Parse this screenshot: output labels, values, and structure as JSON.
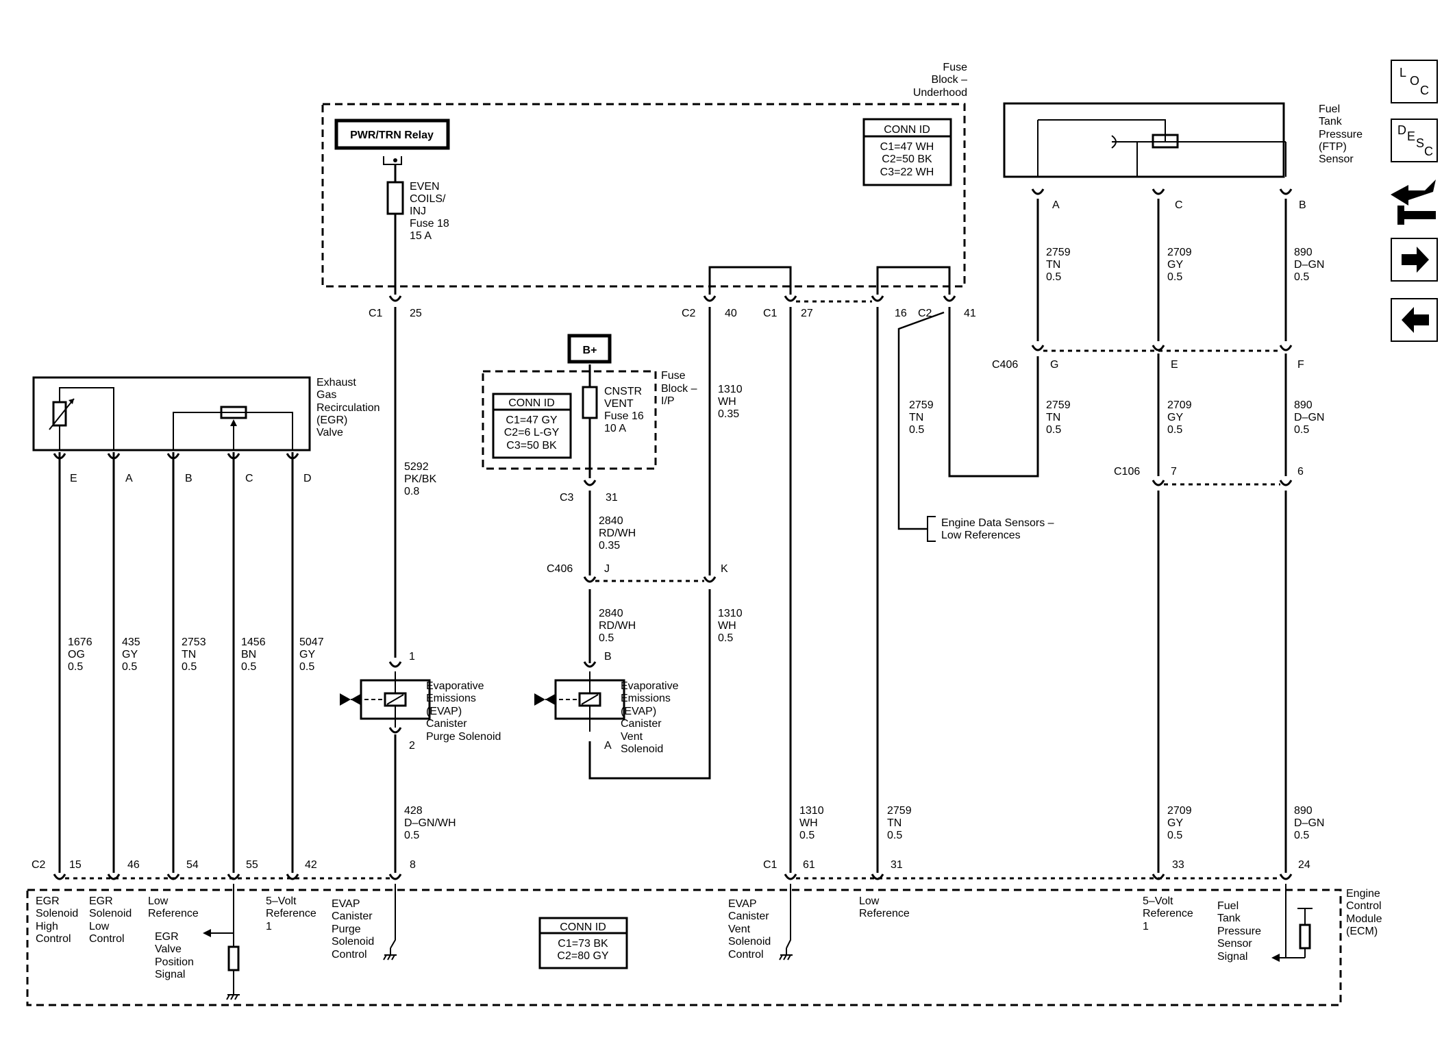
{
  "fuse_block_underhood": {
    "label": [
      "Fuse",
      "Block –",
      "Underhood"
    ],
    "conn_id": {
      "title": "CONN ID",
      "lines": [
        "C1=47 WH",
        "C2=50 BK",
        "C3=22 WH"
      ]
    },
    "relay": "PWR/TRN Relay",
    "fuse18": [
      "EVEN",
      "COILS/",
      "INJ",
      "Fuse 18",
      "15 A"
    ]
  },
  "fuse_block_ip": {
    "label": [
      "Fuse",
      "Block –",
      "I/P"
    ],
    "conn_id": {
      "title": "CONN ID",
      "lines": [
        "C1=47 GY",
        "C2=6 L-GY",
        "C3=50 BK"
      ]
    },
    "fuse16": [
      "CNSTR",
      "VENT",
      "Fuse 16",
      "10 A"
    ],
    "bplus": "B+"
  },
  "ftp_sensor": {
    "label": [
      "Fuel",
      "Tank",
      "Pressure",
      "(FTP)",
      "Sensor"
    ],
    "pins": [
      "A",
      "C",
      "B"
    ]
  },
  "egr_valve": {
    "label": [
      "Exhaust",
      "Gas",
      "Recirculation",
      "(EGR)",
      "Valve"
    ],
    "pins": [
      "E",
      "A",
      "B",
      "C",
      "D"
    ]
  },
  "ecm": {
    "label": [
      "Engine",
      "Control",
      "Module",
      "(ECM)"
    ],
    "conn_id": {
      "title": "CONN ID",
      "lines": [
        "C1=73 BK",
        "C2=80 GY"
      ]
    },
    "functions": {
      "egr_high": [
        "EGR",
        "Solenoid",
        "High",
        "Control"
      ],
      "egr_low": [
        "EGR",
        "Solenoid",
        "Low",
        "Control"
      ],
      "low_ref_left": [
        "Low",
        "Reference"
      ],
      "egr_pos": [
        "EGR",
        "Valve",
        "Position",
        "Signal"
      ],
      "five_v_left": [
        "5–Volt",
        "Reference",
        "1"
      ],
      "evap_purge": [
        "EVAP",
        "Canister",
        "Purge",
        "Solenoid",
        "Control"
      ],
      "evap_vent": [
        "EVAP",
        "Canister",
        "Vent",
        "Solenoid",
        "Control"
      ],
      "low_ref_right": [
        "Low",
        "Reference"
      ],
      "five_v_right": [
        "5–Volt",
        "Reference",
        "1"
      ],
      "ftp_signal": [
        "Fuel",
        "Tank",
        "Pressure",
        "Sensor",
        "Signal"
      ]
    }
  },
  "components": {
    "purge_solenoid": [
      "Evaporative",
      "Emissions",
      "(EVAP)",
      "Canister",
      "Purge Solenoid"
    ],
    "vent_solenoid": [
      "Evaporative",
      "Emissions",
      "(EVAP)",
      "Canister",
      "Vent",
      "Solenoid"
    ]
  },
  "engine_data_sensors": [
    "Engine Data Sensors –",
    "Low References"
  ],
  "connectors": {
    "c1": "C1",
    "c2": "C2",
    "c3": "C3",
    "c406": "C406",
    "c106": "C106",
    "p25": "25",
    "p40": "40",
    "p27": "27",
    "p16": "16",
    "p41": "41",
    "p31": "31",
    "pJ": "J",
    "pK": "K",
    "p1": "1",
    "p2": "2",
    "pB": "B",
    "pA": "A",
    "pG": "G",
    "pE": "E",
    "pF": "F",
    "p7": "7",
    "p6": "6",
    "ecm_c2": "C2",
    "ecm_c1": "C1",
    "p15": "15",
    "p46": "46",
    "p54": "54",
    "p55": "55",
    "p42": "42",
    "p8": "8",
    "p61": "61",
    "p31b": "31",
    "p33": "33",
    "p24": "24"
  },
  "wires": {
    "w5292": [
      "5292",
      "PK/BK",
      "0.8"
    ],
    "w2840a": [
      "2840",
      "RD/WH",
      "0.35"
    ],
    "w2840b": [
      "2840",
      "RD/WH",
      "0.5"
    ],
    "w1310a": [
      "1310",
      "WH",
      "0.35"
    ],
    "w1310b": [
      "1310",
      "WH",
      "0.5"
    ],
    "w1310c": [
      "1310",
      "WH",
      "0.5"
    ],
    "w428": [
      "428",
      "D–GN/WH",
      "0.5"
    ],
    "w1676": [
      "1676",
      "OG",
      "0.5"
    ],
    "w435": [
      "435",
      "GY",
      "0.5"
    ],
    "w2753": [
      "2753",
      "TN",
      "0.5"
    ],
    "w1456": [
      "1456",
      "BN",
      "0.5"
    ],
    "w5047": [
      "5047",
      "GY",
      "0.5"
    ],
    "w2759a": [
      "2759",
      "TN",
      "0.5"
    ],
    "w2759b": [
      "2759",
      "TN",
      "0.5"
    ],
    "w2759c": [
      "2759",
      "TN",
      "0.5"
    ],
    "w2759d": [
      "2759",
      "TN",
      "0.5"
    ],
    "w2709a": [
      "2709",
      "GY",
      "0.5"
    ],
    "w2709b": [
      "2709",
      "GY",
      "0.5"
    ],
    "w2709c": [
      "2709",
      "GY",
      "0.5"
    ],
    "w890a": [
      "890",
      "D–GN",
      "0.5"
    ],
    "w890b": [
      "890",
      "D–GN",
      "0.5"
    ],
    "w890c": [
      "890",
      "D–GN",
      "0.5"
    ]
  },
  "nav": {
    "loc": [
      "L",
      "O",
      "C"
    ],
    "desc": [
      "D",
      "E",
      "S",
      "C"
    ]
  }
}
